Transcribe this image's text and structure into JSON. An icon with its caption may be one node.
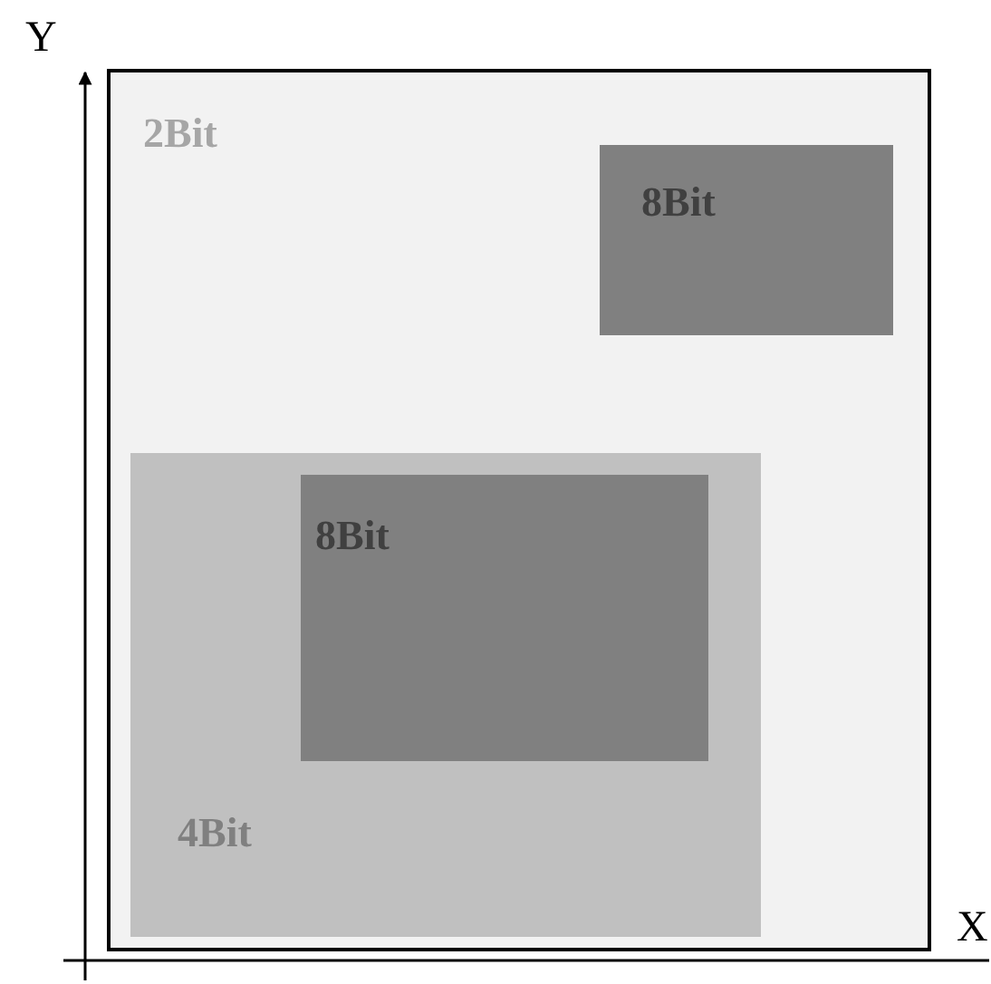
{
  "diagram": {
    "nodes": [
      {
        "text": [
          "2Bit"
        ]
      },
      {
        "text": [
          "8Bit"
        ],
        "in": 0
      },
      {
        "text": [
          "4Bit"
        ],
        "in": 0
      },
      {
        "text": [
          "8Bit"
        ],
        "in": 2
      }
    ],
    "labels": [
      "Y",
      "X"
    ]
  }
}
